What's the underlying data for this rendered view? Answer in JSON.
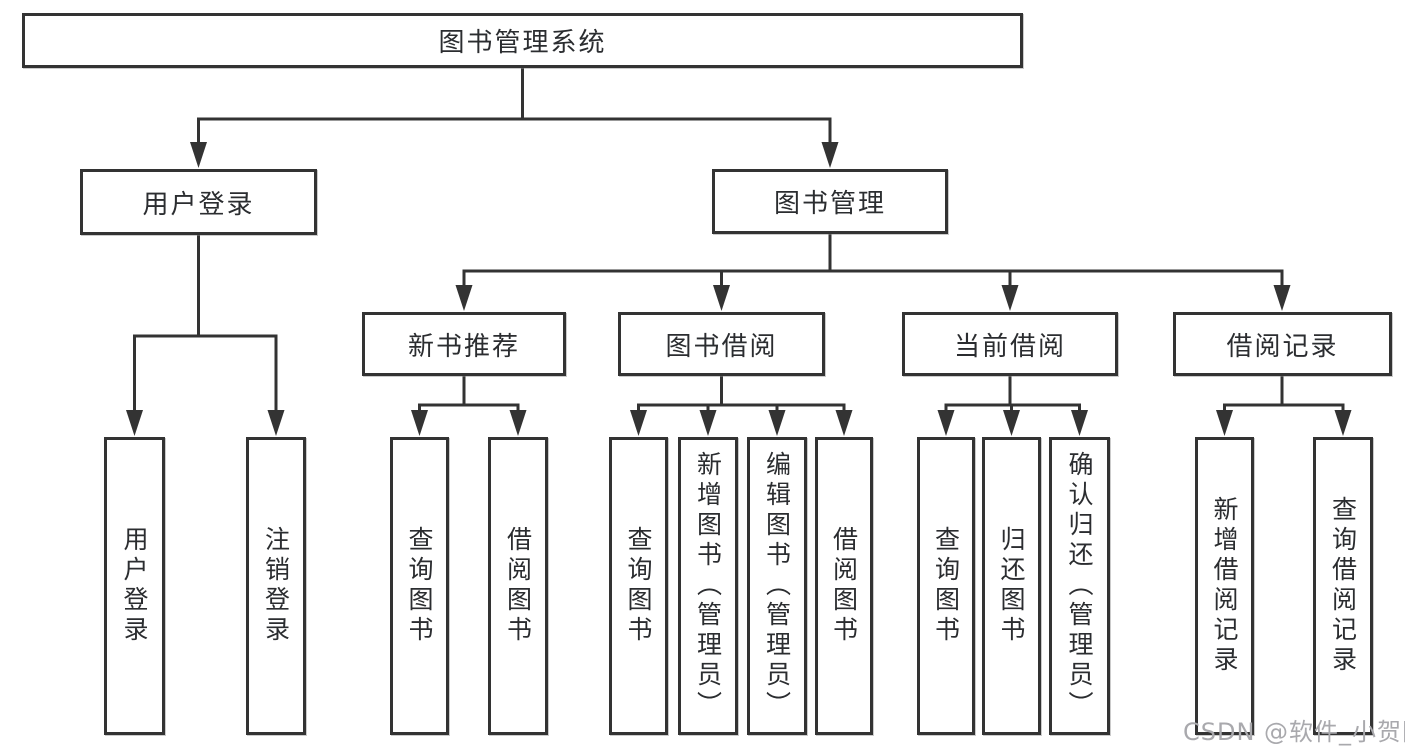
{
  "diagram": {
    "title_node": {
      "label": "图书管理系统"
    },
    "level2": [
      {
        "label": "用户登录"
      },
      {
        "label": "图书管理"
      }
    ],
    "level3": [
      {
        "label": "新书推荐",
        "parent": "图书管理"
      },
      {
        "label": "图书借阅",
        "parent": "图书管理"
      },
      {
        "label": "当前借阅",
        "parent": "图书管理"
      },
      {
        "label": "借阅记录",
        "parent": "图书管理"
      }
    ],
    "leaves": [
      {
        "parent": "用户登录",
        "label": "用户登录"
      },
      {
        "parent": "用户登录",
        "label": "注销登录"
      },
      {
        "parent": "新书推荐",
        "label": "查询图书"
      },
      {
        "parent": "新书推荐",
        "label": "借阅图书"
      },
      {
        "parent": "图书借阅",
        "label": "查询图书"
      },
      {
        "parent": "图书借阅",
        "label": "新增图书（管理员）"
      },
      {
        "parent": "图书借阅",
        "label": "编辑图书（管理员）"
      },
      {
        "parent": "图书借阅",
        "label": "借阅图书"
      },
      {
        "parent": "当前借阅",
        "label": "查询图书"
      },
      {
        "parent": "当前借阅",
        "label": "归还图书"
      },
      {
        "parent": "当前借阅",
        "label": "确认归还（管理员）"
      },
      {
        "parent": "借阅记录",
        "label": "新增借阅记录"
      },
      {
        "parent": "借阅记录",
        "label": "查询借阅记录"
      }
    ],
    "watermark": "CSDN @软件_小贺同学",
    "colors": {
      "line": "#333333",
      "box_border": "#333333",
      "box_fill": "#ffffff",
      "text": "#2b2d30",
      "watermark": "#a9a9ad",
      "background": "#ffffff"
    }
  }
}
